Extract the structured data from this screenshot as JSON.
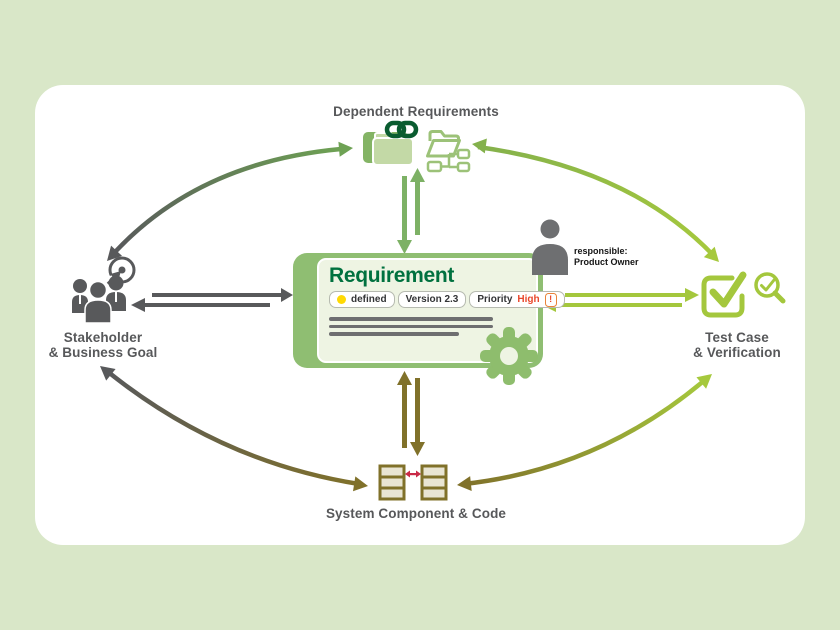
{
  "diagram": {
    "center": {
      "title": "Requirement",
      "status": "defined",
      "version": "Version 2.3",
      "priority_label": "Priority",
      "priority_value": "High",
      "priority_alert": "!"
    },
    "responsible": {
      "label": "responsible:",
      "value": "Product Owner"
    },
    "nodes": {
      "top": "Dependent Requirements",
      "left_line1": "Stakeholder",
      "left_line2": "& Business Goal",
      "right_line1": "Test Case",
      "right_line2": "& Verification",
      "bottom": "System Component & Code"
    },
    "icons": [
      "linked-requirements-icon",
      "folder-hierarchy-icon",
      "chain-link-icon",
      "stakeholder-group-icon",
      "goal-target-icon",
      "person-icon",
      "checkbox-check-icon",
      "magnifier-check-icon",
      "component-icon",
      "gear-icon"
    ],
    "colors": {
      "background": "#d9e7c8",
      "canvas": "#ffffff",
      "card_green": "#8fbe72",
      "panel_green": "#eef4e3",
      "title_green": "#00713f",
      "chain_green": "#0a5c30",
      "mid_green": "#7db165",
      "yellow_green": "#a4c73d",
      "olive": "#80712a",
      "gray": "#58595b",
      "red_high": "#e9472b",
      "red_arrow": "#c92a47",
      "status_yellow": "#ffd903"
    }
  }
}
